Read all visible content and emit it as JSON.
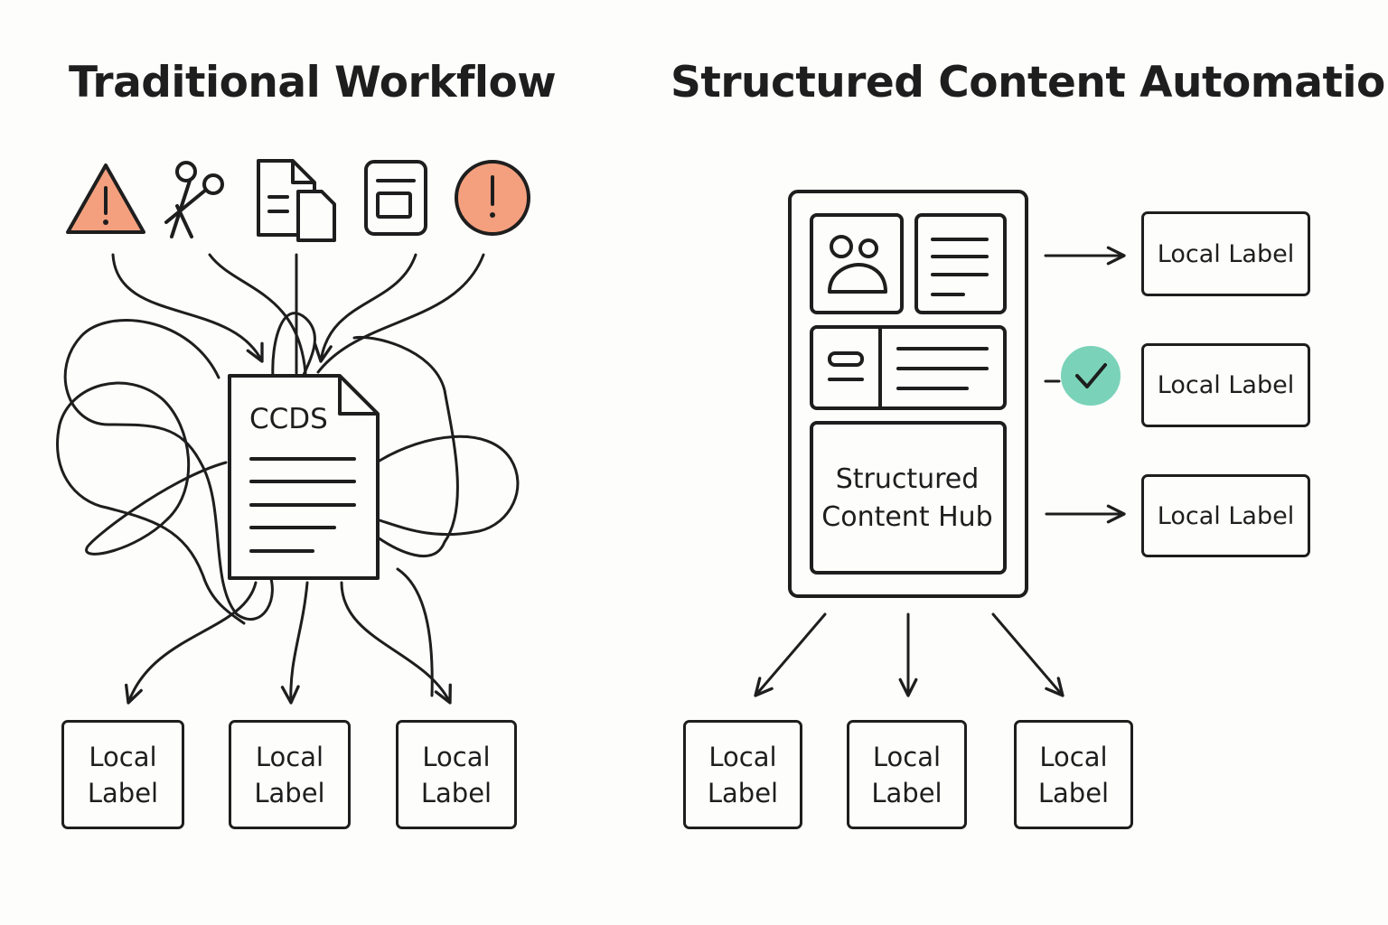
{
  "titles": {
    "left": "Traditional Workflow",
    "right": "Structured Content Automation"
  },
  "left_panel": {
    "icons": [
      "warning-triangle-icon",
      "scissors-icon",
      "copy-documents-icon",
      "form-template-icon",
      "alert-circle-icon"
    ],
    "document_label": "CCDS",
    "outputs": [
      {
        "line1": "Local",
        "line2": "Label"
      },
      {
        "line1": "Local",
        "line2": "Label"
      },
      {
        "line1": "Local",
        "line2": "Label"
      }
    ]
  },
  "right_panel": {
    "hub_label": "Structured Content Hub",
    "side_outputs": [
      {
        "label": "Local Label"
      },
      {
        "label": "Local Label",
        "status": "check-icon"
      },
      {
        "label": "Local Label"
      }
    ],
    "bottom_outputs": [
      {
        "line1": "Local",
        "line2": "Label"
      },
      {
        "line1": "Local",
        "line2": "Label"
      },
      {
        "line1": "Local",
        "line2": "Label"
      }
    ]
  },
  "colors": {
    "ink": "#1e1e1e",
    "warning_fill": "#f4a07e",
    "success_fill": "#7ad3b8",
    "background": "#fdfdfc"
  }
}
